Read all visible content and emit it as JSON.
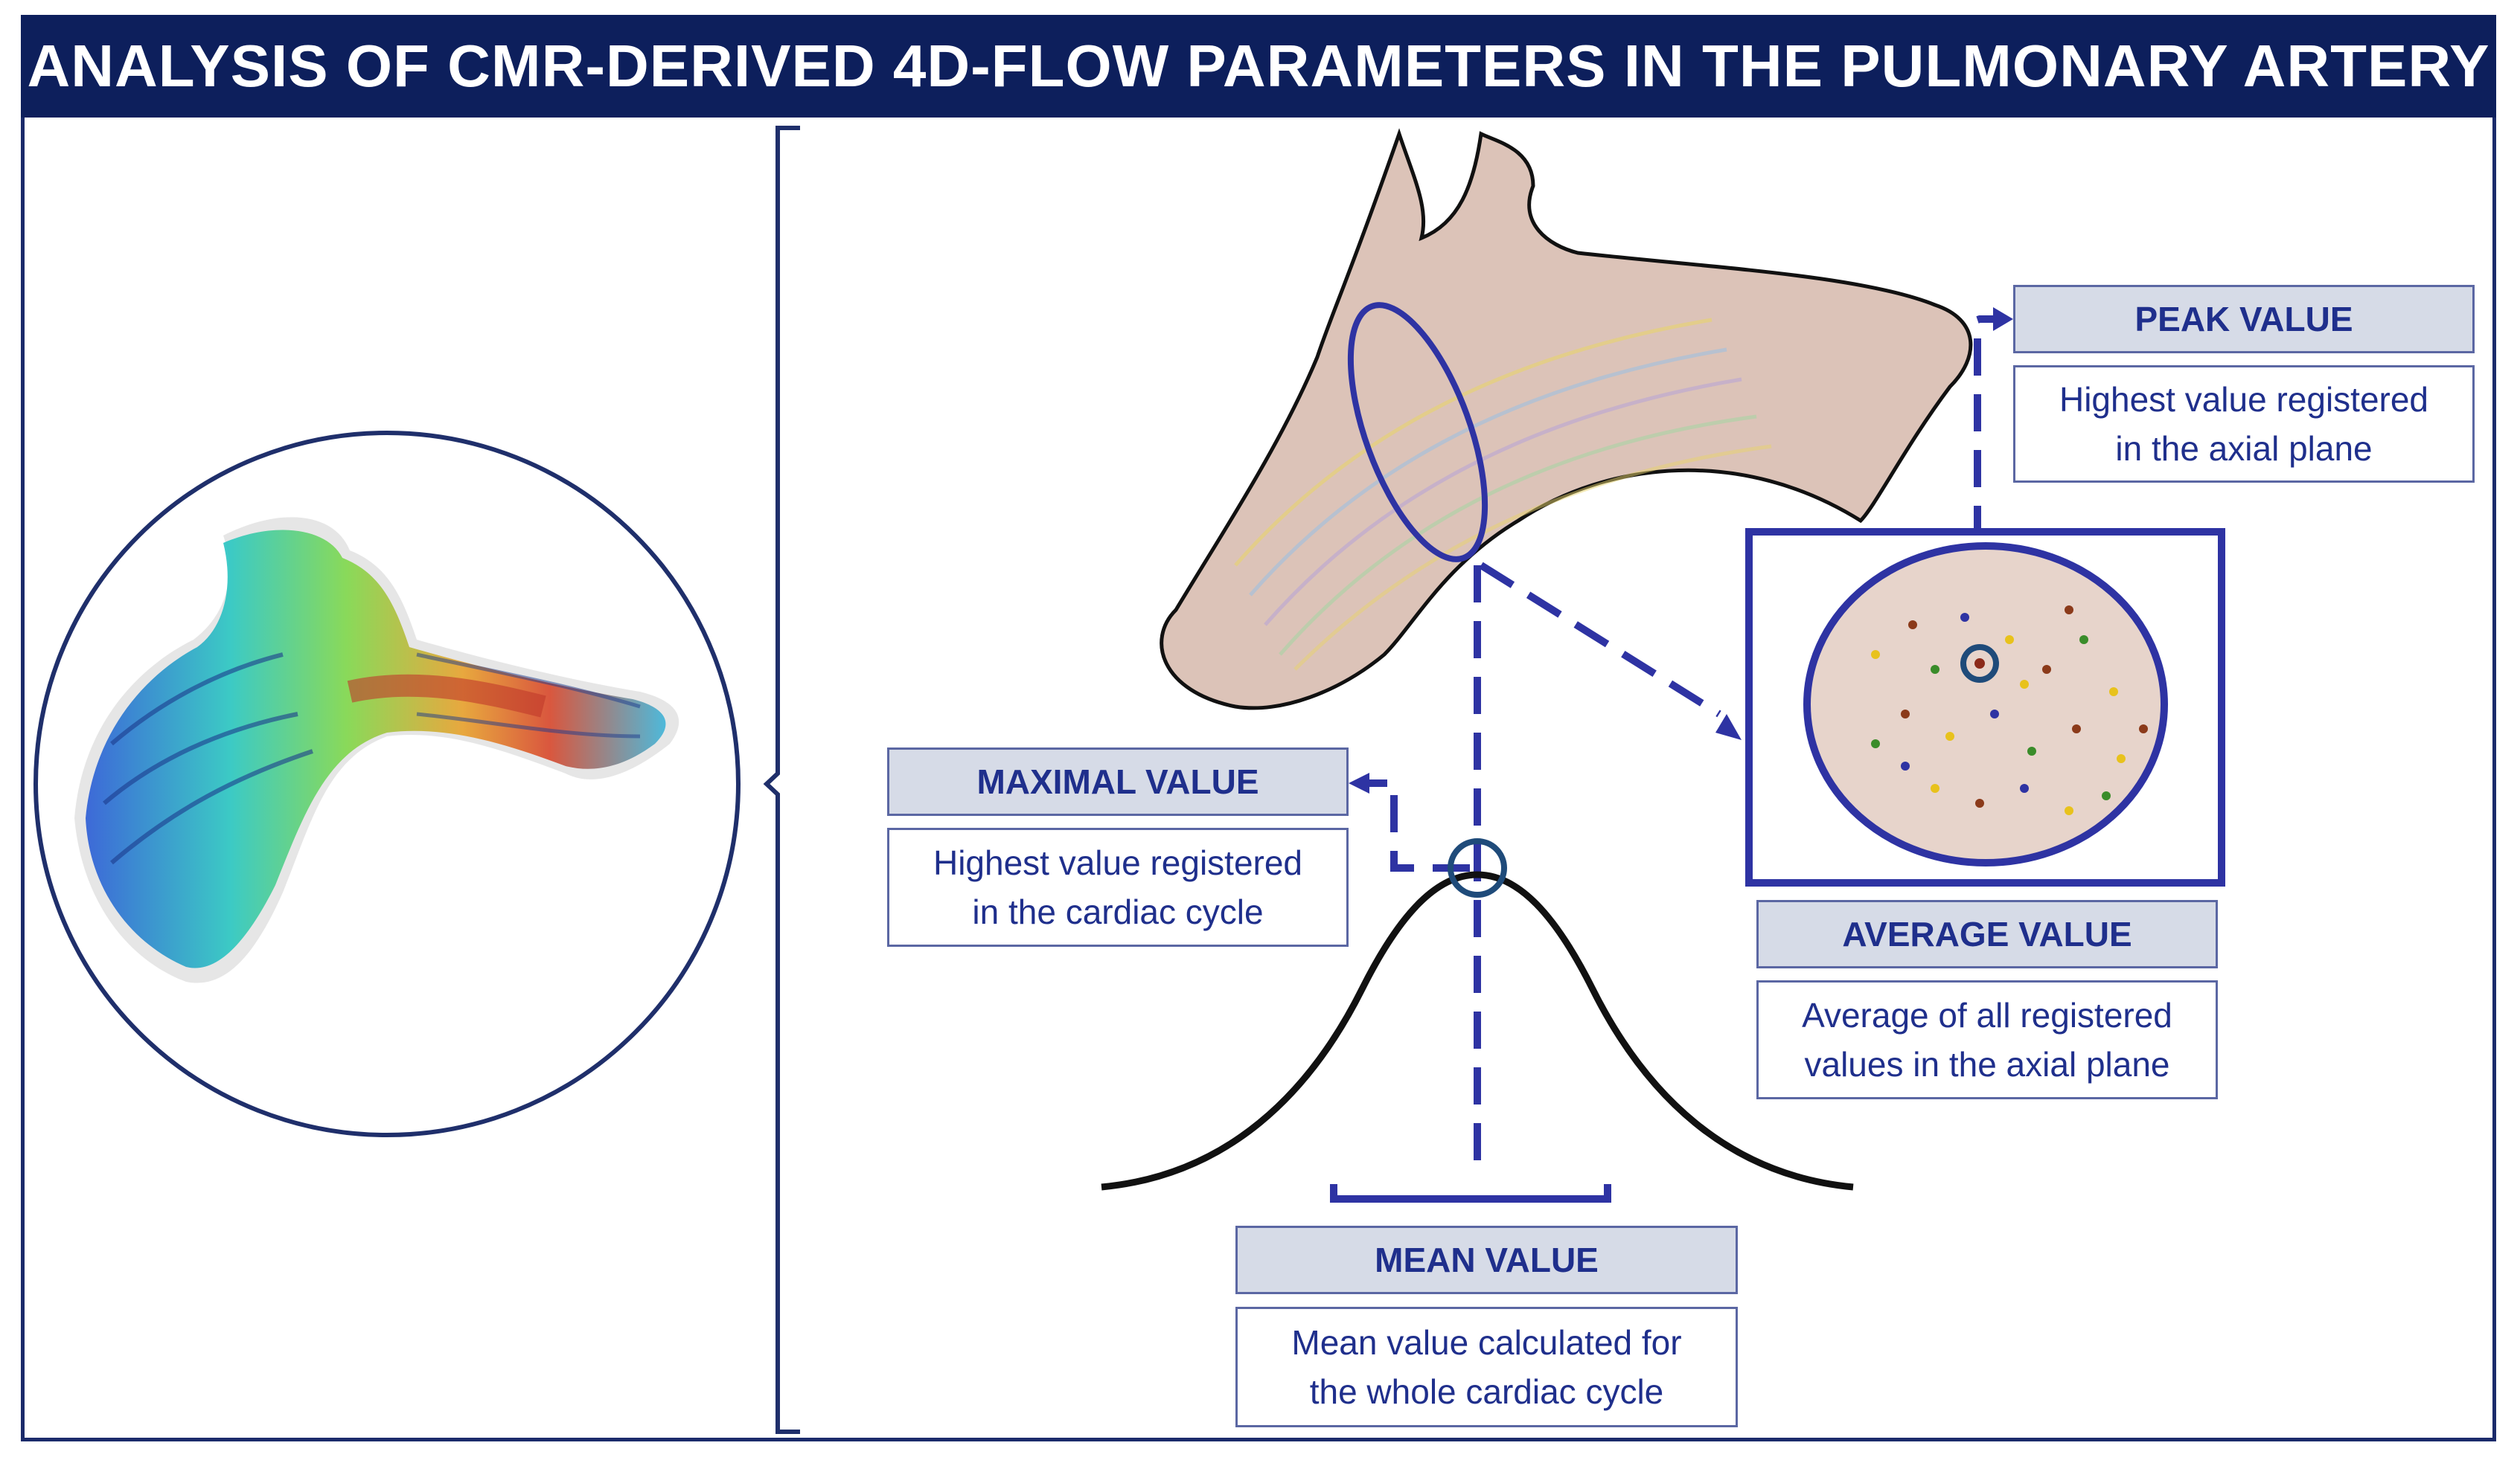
{
  "title": "ANALYSIS OF CMR-DERIVED 4D-FLOW PARAMETERS IN THE PULMONARY ARTERY",
  "colors": {
    "banner": "#0d1f5c",
    "accent": "#2e33a3",
    "label_fill": "#d6dbe7",
    "vessel_fill": "#dcc3b8",
    "curve": "#111111"
  },
  "peak": {
    "label": "PEAK VALUE",
    "desc_line1": "Highest value registered",
    "desc_line2": "in the axial plane"
  },
  "maximal": {
    "label": "MAXIMAL VALUE",
    "desc_line1": "Highest value registered",
    "desc_line2": "in the cardiac cycle"
  },
  "average": {
    "label": "AVERAGE VALUE",
    "desc_line1": "Average of all registered",
    "desc_line2": "values in the axial plane"
  },
  "mean": {
    "label": "MEAN VALUE",
    "desc_line1": "Mean value calculated for",
    "desc_line2": "the whole cardiac cycle"
  }
}
